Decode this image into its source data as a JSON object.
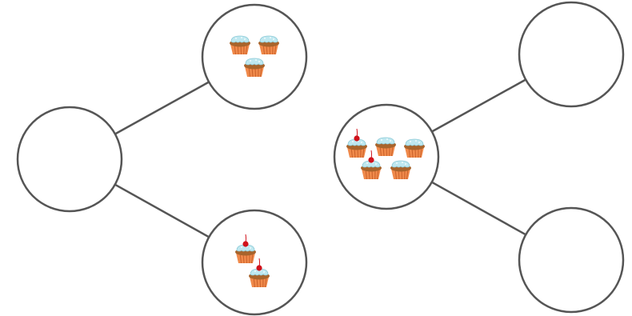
{
  "colors": {
    "line": "#555555",
    "circle_fill": "#ffffff",
    "cup_liner": "#f08a4b",
    "cup_liner_stripe": "#c9602a",
    "cake": "#a8642c",
    "frosting": "#bfe8f0",
    "frosting_edge": "#8cc9d6",
    "cherry": "#d0121b",
    "sprinkle": "#ffffff"
  },
  "icons": {
    "cupcake": "cupcake-icon",
    "cupcake_with_cherry": "cupcake-with-cherry-icon"
  },
  "diagrams": [
    {
      "name": "left-number-bond",
      "whole": {
        "plain_cupcakes": 0,
        "cherry_cupcakes": 0
      },
      "part_top": {
        "plain_cupcakes": 3,
        "cherry_cupcakes": 0
      },
      "part_bottom": {
        "plain_cupcakes": 0,
        "cherry_cupcakes": 2
      }
    },
    {
      "name": "right-number-bond",
      "whole": {
        "plain_cupcakes": 3,
        "cherry_cupcakes": 2
      },
      "part_top": {
        "plain_cupcakes": 0,
        "cherry_cupcakes": 0
      },
      "part_bottom": {
        "plain_cupcakes": 0,
        "cherry_cupcakes": 0
      }
    }
  ]
}
